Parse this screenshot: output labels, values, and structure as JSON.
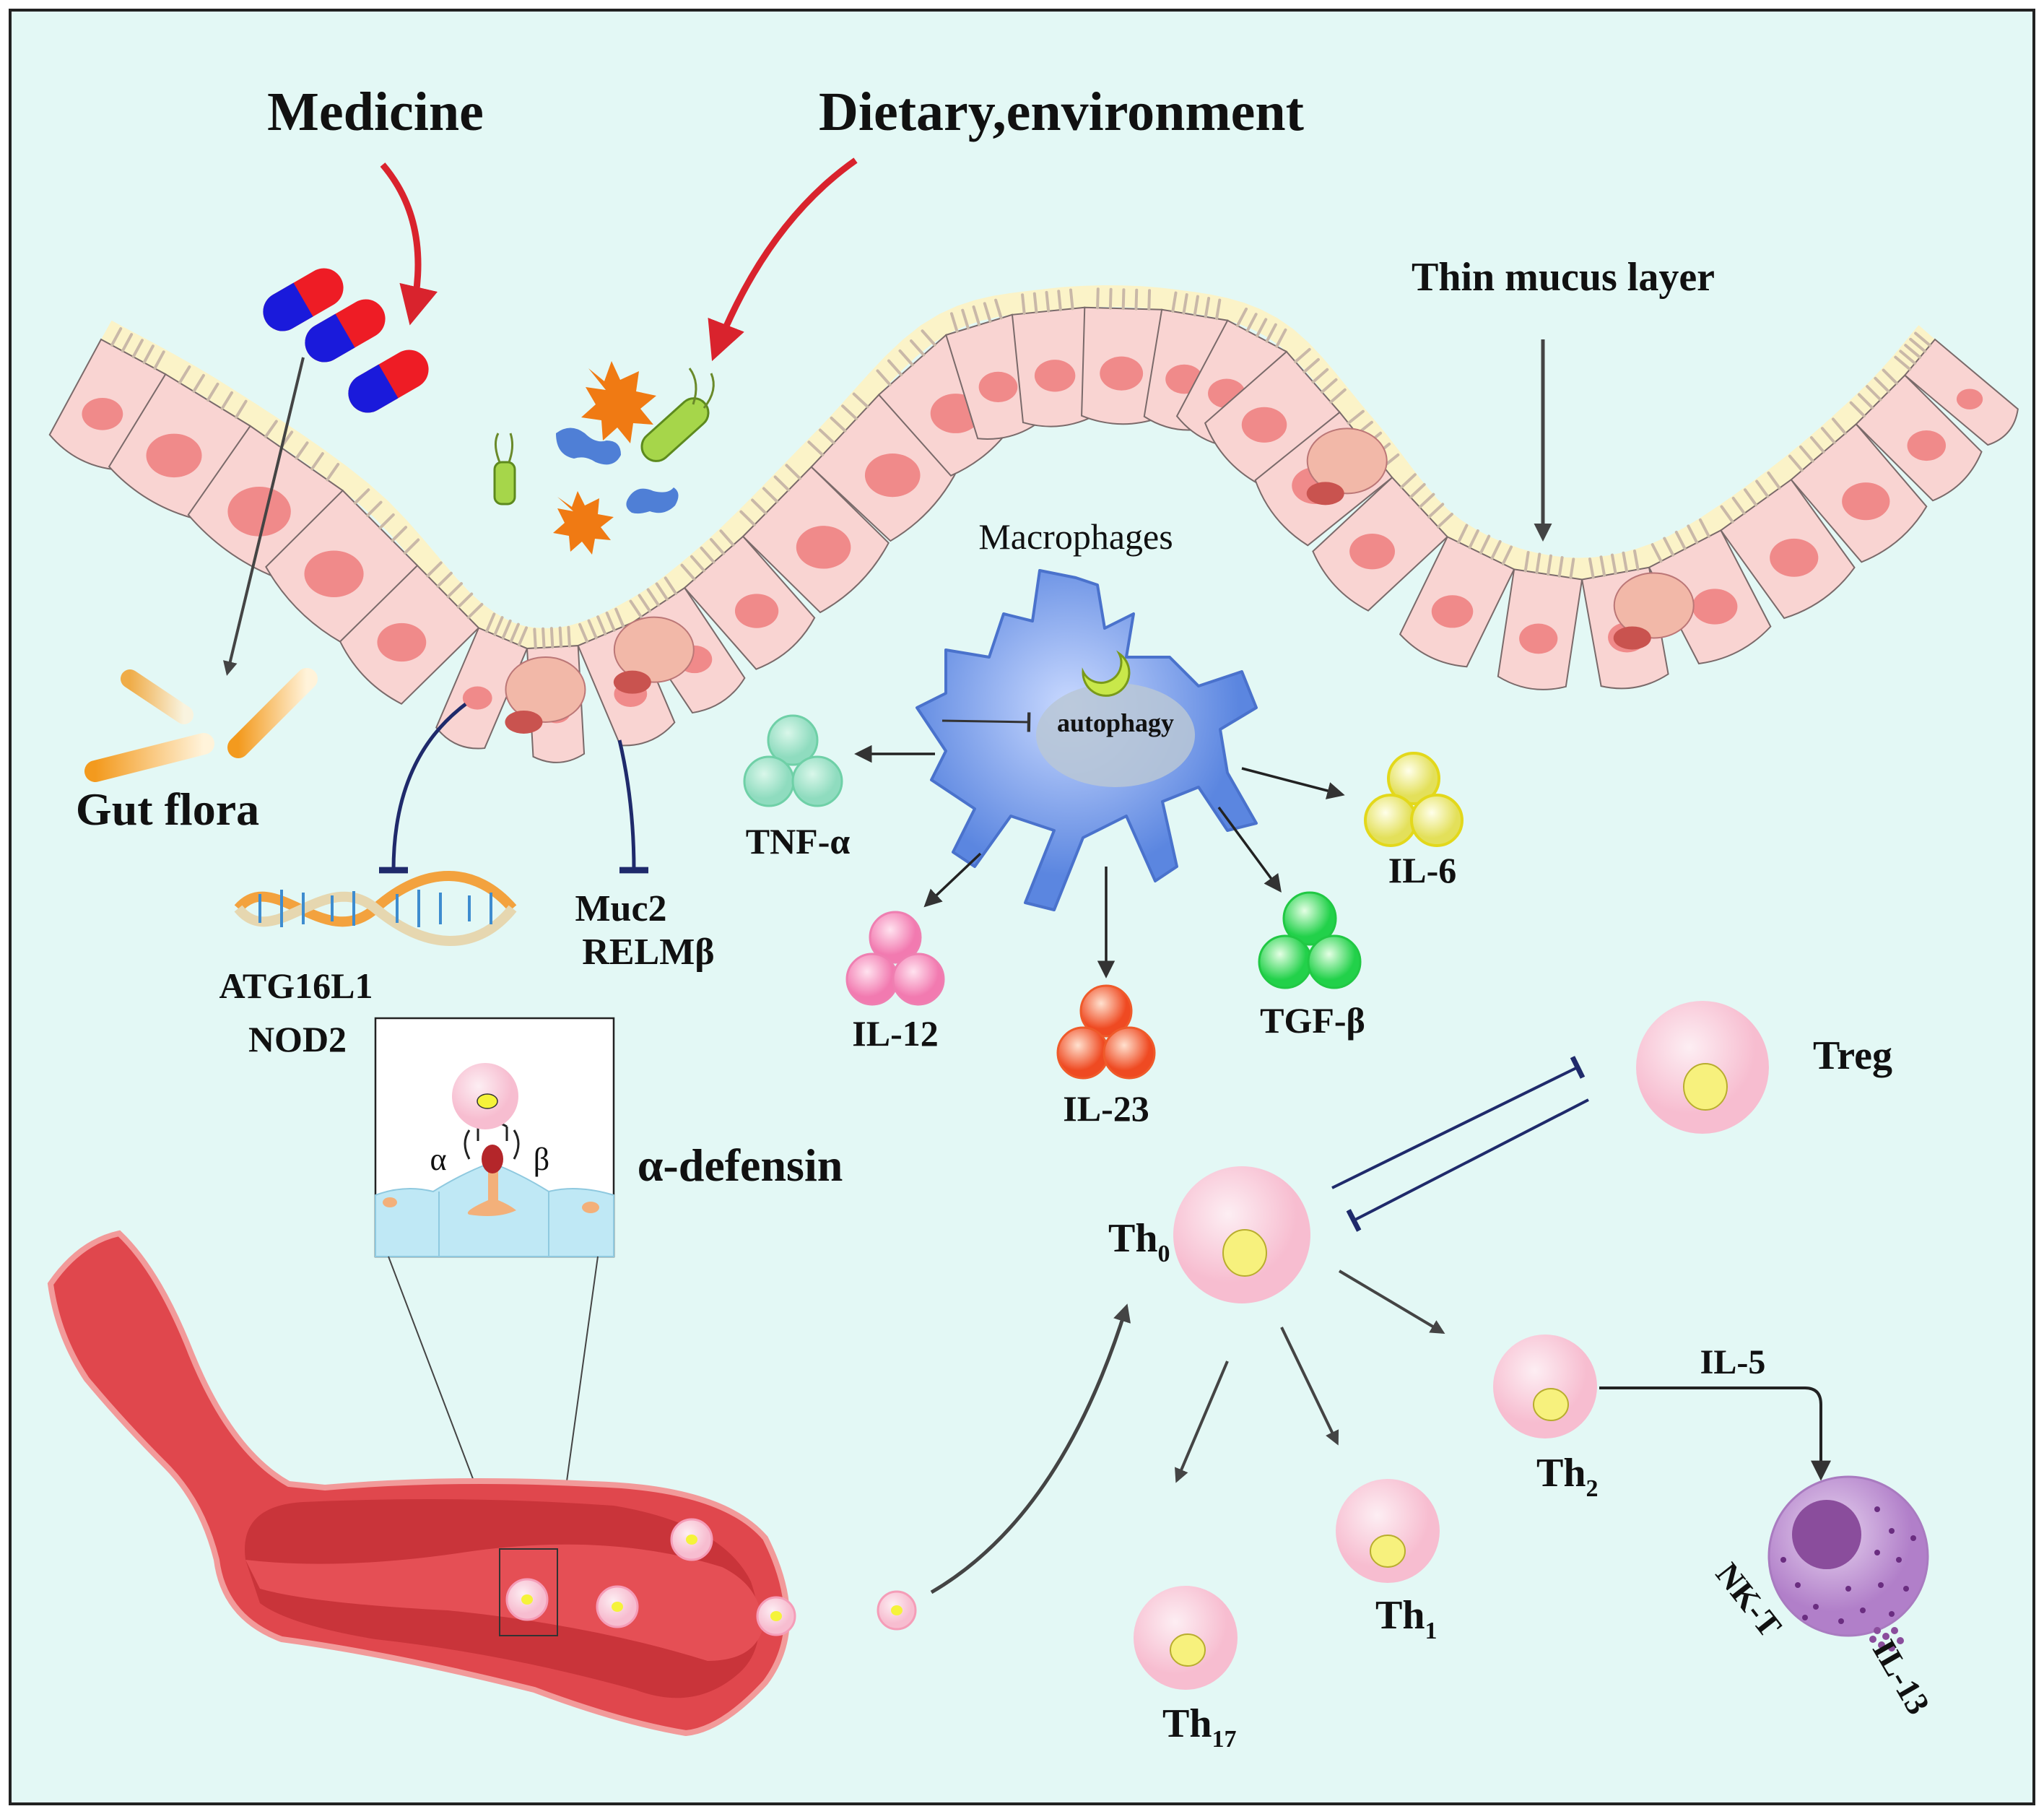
{
  "colors": {
    "background": "#e3f8f5",
    "frame": "#222222",
    "epithelium_cell": "#f9d4d2",
    "nucleus": "#f08a8a",
    "mucus": "#fbf3c8",
    "red_arrow": "#d9232d",
    "inhibition": "#1f2a6b",
    "macrophage": "#6f95e6",
    "vessel": "#e0474d",
    "vessel_rim": "#f29a9a",
    "t_cell": "#fbd0de",
    "t_cell_nucleus": "#f7f17d",
    "nkt_cell": "#c59ad6",
    "nkt_nucleus": "#8a4d9c"
  },
  "labels": {
    "medicine": "Medicine",
    "dietary": "Dietary,environment",
    "thin_mucus": "Thin mucus layer",
    "gut_flora": "Gut flora",
    "macrophages": "Macrophages",
    "autophagy": "autophagy",
    "atg16l1": "ATG16L1",
    "nod2": "NOD2",
    "muc2": "Muc2",
    "relmb": "RELMβ",
    "alpha": "α",
    "beta": "β",
    "alpha_defensin": "α-defensin",
    "il5": "IL-5",
    "nkt": "NK-T",
    "il13": "IL-13"
  },
  "cytokines": {
    "tnf": "TNF-α",
    "il12": "IL-12",
    "il23": "IL-23",
    "tgf": "TGF-β",
    "il6": "IL-6"
  },
  "t_cells": {
    "th0": {
      "base": "Th",
      "sub": "0"
    },
    "th1": {
      "base": "Th",
      "sub": "1"
    },
    "th2": {
      "base": "Th",
      "sub": "2"
    },
    "th17": {
      "base": "Th",
      "sub": "17"
    },
    "treg": "Treg"
  }
}
